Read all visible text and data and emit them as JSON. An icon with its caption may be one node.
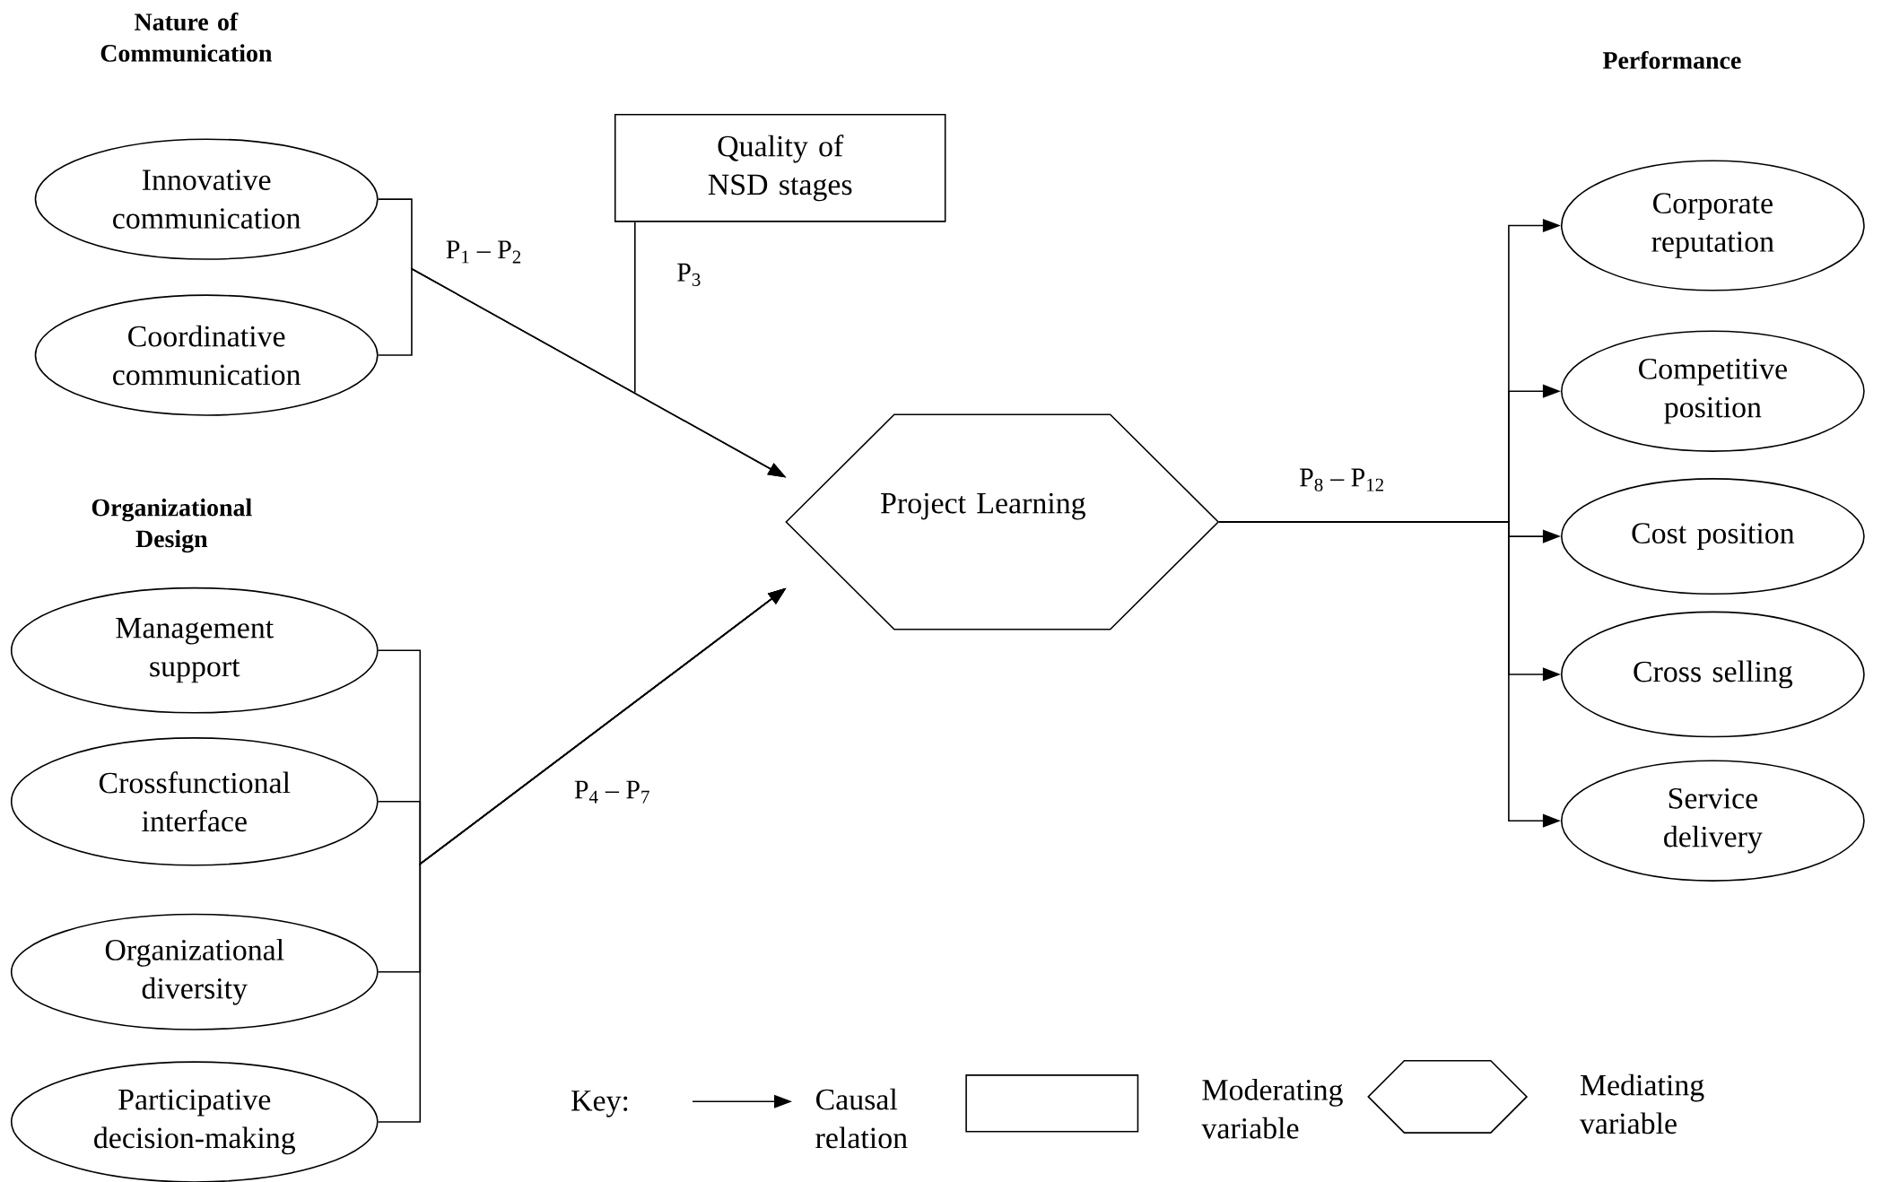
{
  "diagram": {
    "nodes": [
      {
        "text": [
          "Innovative communication"
        ]
      },
      {
        "text": [
          "Coordinative communication"
        ]
      },
      {
        "text": [
          "Quality of NSD stages"
        ]
      },
      {
        "text": [
          "Project Learning"
        ]
      },
      {
        "text": [
          "Management support"
        ]
      },
      {
        "text": [
          "Crossfunctional interface"
        ]
      },
      {
        "text": [
          "Organizational diversity"
        ]
      },
      {
        "text": [
          "Participative decision-making"
        ]
      },
      {
        "text": [
          "Corporate reputation"
        ]
      },
      {
        "text": [
          "Competitive position"
        ]
      },
      {
        "text": [
          "Cost position"
        ]
      },
      {
        "text": [
          "Cross selling"
        ]
      },
      {
        "text": [
          "Service delivery"
        ]
      }
    ],
    "edges": [
      {
        "from": 0,
        "to": 3,
        "arrow": "to",
        "label": "P$_{1}$ – P$_{2}$"
      },
      {
        "from": 1,
        "to": 3,
        "arrow": "to"
      },
      {
        "from": 2,
        "to": null,
        "arrow": "none",
        "label": "P$_{3}$"
      },
      {
        "from": 4,
        "to": 3,
        "arrow": "to",
        "label": "P$_{4}$ – P$_{7}$"
      },
      {
        "from": 5,
        "to": 3,
        "arrow": "to"
      },
      {
        "from": 6,
        "to": 3,
        "arrow": "to"
      },
      {
        "from": 7,
        "to": 3,
        "arrow": "to"
      },
      {
        "from": 3,
        "to": 8,
        "arrow": "to",
        "label": "P$_{8}$ – P$_{12}$"
      },
      {
        "from": 3,
        "to": 9,
        "arrow": "to"
      },
      {
        "from": 3,
        "to": 10,
        "arrow": "to"
      },
      {
        "from": 3,
        "to": 11,
        "arrow": "to"
      },
      {
        "from": 3,
        "to": 12,
        "arrow": "to"
      }
    ],
    "labels": [
      "Nature of Communication",
      "Organizational Design",
      "Performance",
      "Key:"
    ],
    "legend": [
      {
        "text": "Causal relation"
      },
      {
        "text": "Moderating variable"
      },
      {
        "text": "Mediating variable"
      }
    ]
  }
}
